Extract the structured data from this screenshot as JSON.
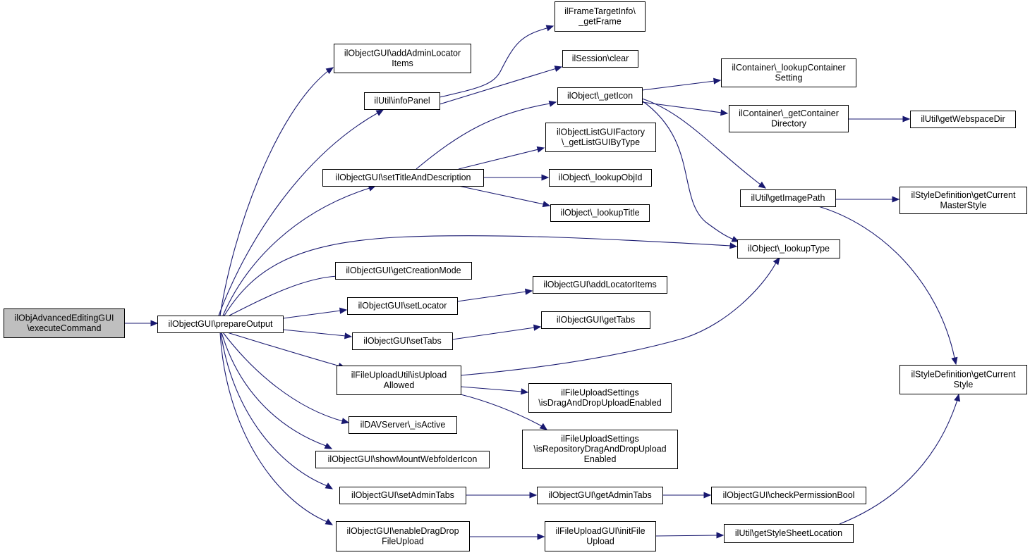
{
  "diagram": {
    "edge_color": "#191970",
    "root_fill": "#bfbfbf",
    "node_fill": "#ffffff",
    "nodes": [
      {
        "id": "root",
        "lines": [
          "ilObjAdvancedEditingGUI",
          "\\executeCommand"
        ],
        "root": true
      },
      {
        "id": "prepareOutput",
        "lines": [
          "ilObjectGUI\\prepareOutput"
        ]
      },
      {
        "id": "addAdminLocatorItems",
        "lines": [
          "ilObjectGUI\\addAdminLocator",
          "Items"
        ]
      },
      {
        "id": "infoPanel",
        "lines": [
          "ilUtil\\infoPanel"
        ]
      },
      {
        "id": "setTitleAndDescription",
        "lines": [
          "ilObjectGUI\\setTitleAndDescription"
        ]
      },
      {
        "id": "getCreationMode",
        "lines": [
          "ilObjectGUI\\getCreationMode"
        ]
      },
      {
        "id": "setLocator",
        "lines": [
          "ilObjectGUI\\setLocator"
        ]
      },
      {
        "id": "setTabs",
        "lines": [
          "ilObjectGUI\\setTabs"
        ]
      },
      {
        "id": "isUploadAllowed",
        "lines": [
          "ilFileUploadUtil\\isUpload",
          "Allowed"
        ]
      },
      {
        "id": "isActive",
        "lines": [
          "ilDAVServer\\_isActive"
        ]
      },
      {
        "id": "showMountWebfolderIcon",
        "lines": [
          "ilObjectGUI\\showMountWebfolderIcon"
        ]
      },
      {
        "id": "setAdminTabs",
        "lines": [
          "ilObjectGUI\\setAdminTabs"
        ]
      },
      {
        "id": "enableDragDropFileUpload",
        "lines": [
          "ilObjectGUI\\enableDragDrop",
          "FileUpload"
        ]
      },
      {
        "id": "getFrame",
        "lines": [
          "ilFrameTargetInfo\\",
          "_getFrame"
        ]
      },
      {
        "id": "sessionClear",
        "lines": [
          "ilSession\\clear"
        ]
      },
      {
        "id": "getIcon",
        "lines": [
          "ilObject\\_getIcon"
        ]
      },
      {
        "id": "getListGUIByType",
        "lines": [
          "ilObjectListGUIFactory",
          "\\_getListGUIByType"
        ]
      },
      {
        "id": "lookupObjId",
        "lines": [
          "ilObject\\_lookupObjId"
        ]
      },
      {
        "id": "lookupTitle",
        "lines": [
          "ilObject\\_lookupTitle"
        ]
      },
      {
        "id": "addLocatorItems",
        "lines": [
          "ilObjectGUI\\addLocatorItems"
        ]
      },
      {
        "id": "getTabs",
        "lines": [
          "ilObjectGUI\\getTabs"
        ]
      },
      {
        "id": "isDragAndDropUploadEnabled",
        "lines": [
          "ilFileUploadSettings",
          "\\isDragAndDropUploadEnabled"
        ]
      },
      {
        "id": "isRepositoryDragAndDropUploadEnabled",
        "lines": [
          "ilFileUploadSettings",
          "\\isRepositoryDragAndDropUpload",
          "Enabled"
        ]
      },
      {
        "id": "getAdminTabs",
        "lines": [
          "ilObjectGUI\\getAdminTabs"
        ]
      },
      {
        "id": "initFileUpload",
        "lines": [
          "ilFileUploadGUI\\initFile",
          "Upload"
        ]
      },
      {
        "id": "lookupContainerSetting",
        "lines": [
          "ilContainer\\_lookupContainer",
          "Setting"
        ]
      },
      {
        "id": "getContainerDirectory",
        "lines": [
          "ilContainer\\_getContainer",
          "Directory"
        ]
      },
      {
        "id": "getImagePath",
        "lines": [
          "ilUtil\\getImagePath"
        ]
      },
      {
        "id": "lookupType",
        "lines": [
          "ilObject\\_lookupType"
        ]
      },
      {
        "id": "checkPermissionBool",
        "lines": [
          "ilObjectGUI\\checkPermissionBool"
        ]
      },
      {
        "id": "getStyleSheetLocation",
        "lines": [
          "ilUtil\\getStyleSheetLocation"
        ]
      },
      {
        "id": "getWebspaceDir",
        "lines": [
          "ilUtil\\getWebspaceDir"
        ]
      },
      {
        "id": "getCurrentMasterStyle",
        "lines": [
          "ilStyleDefinition\\getCurrent",
          "MasterStyle"
        ]
      },
      {
        "id": "getCurrentStyle",
        "lines": [
          "ilStyleDefinition\\getCurrent",
          "Style"
        ]
      }
    ],
    "edges": [
      [
        "root",
        "prepareOutput"
      ],
      [
        "prepareOutput",
        "addAdminLocatorItems"
      ],
      [
        "prepareOutput",
        "infoPanel"
      ],
      [
        "prepareOutput",
        "setTitleAndDescription"
      ],
      [
        "prepareOutput",
        "lookupType"
      ],
      [
        "prepareOutput",
        "getCreationMode"
      ],
      [
        "prepareOutput",
        "setLocator"
      ],
      [
        "prepareOutput",
        "setTabs"
      ],
      [
        "prepareOutput",
        "isUploadAllowed"
      ],
      [
        "prepareOutput",
        "isActive"
      ],
      [
        "prepareOutput",
        "showMountWebfolderIcon"
      ],
      [
        "prepareOutput",
        "setAdminTabs"
      ],
      [
        "prepareOutput",
        "enableDragDropFileUpload"
      ],
      [
        "infoPanel",
        "getFrame"
      ],
      [
        "infoPanel",
        "sessionClear"
      ],
      [
        "setTitleAndDescription",
        "getIcon"
      ],
      [
        "setTitleAndDescription",
        "getListGUIByType"
      ],
      [
        "setTitleAndDescription",
        "lookupObjId"
      ],
      [
        "setTitleAndDescription",
        "lookupTitle"
      ],
      [
        "getIcon",
        "lookupContainerSetting"
      ],
      [
        "getIcon",
        "getContainerDirectory"
      ],
      [
        "getIcon",
        "getImagePath"
      ],
      [
        "getIcon",
        "lookupType"
      ],
      [
        "getContainerDirectory",
        "getWebspaceDir"
      ],
      [
        "getImagePath",
        "getCurrentMasterStyle"
      ],
      [
        "getImagePath",
        "getCurrentStyle"
      ],
      [
        "setLocator",
        "addLocatorItems"
      ],
      [
        "setTabs",
        "getTabs"
      ],
      [
        "isUploadAllowed",
        "lookupType"
      ],
      [
        "isUploadAllowed",
        "isDragAndDropUploadEnabled"
      ],
      [
        "isUploadAllowed",
        "isRepositoryDragAndDropUploadEnabled"
      ],
      [
        "setAdminTabs",
        "getAdminTabs"
      ],
      [
        "getAdminTabs",
        "checkPermissionBool"
      ],
      [
        "enableDragDropFileUpload",
        "initFileUpload"
      ],
      [
        "initFileUpload",
        "getStyleSheetLocation"
      ],
      [
        "getStyleSheetLocation",
        "getCurrentStyle"
      ]
    ]
  }
}
